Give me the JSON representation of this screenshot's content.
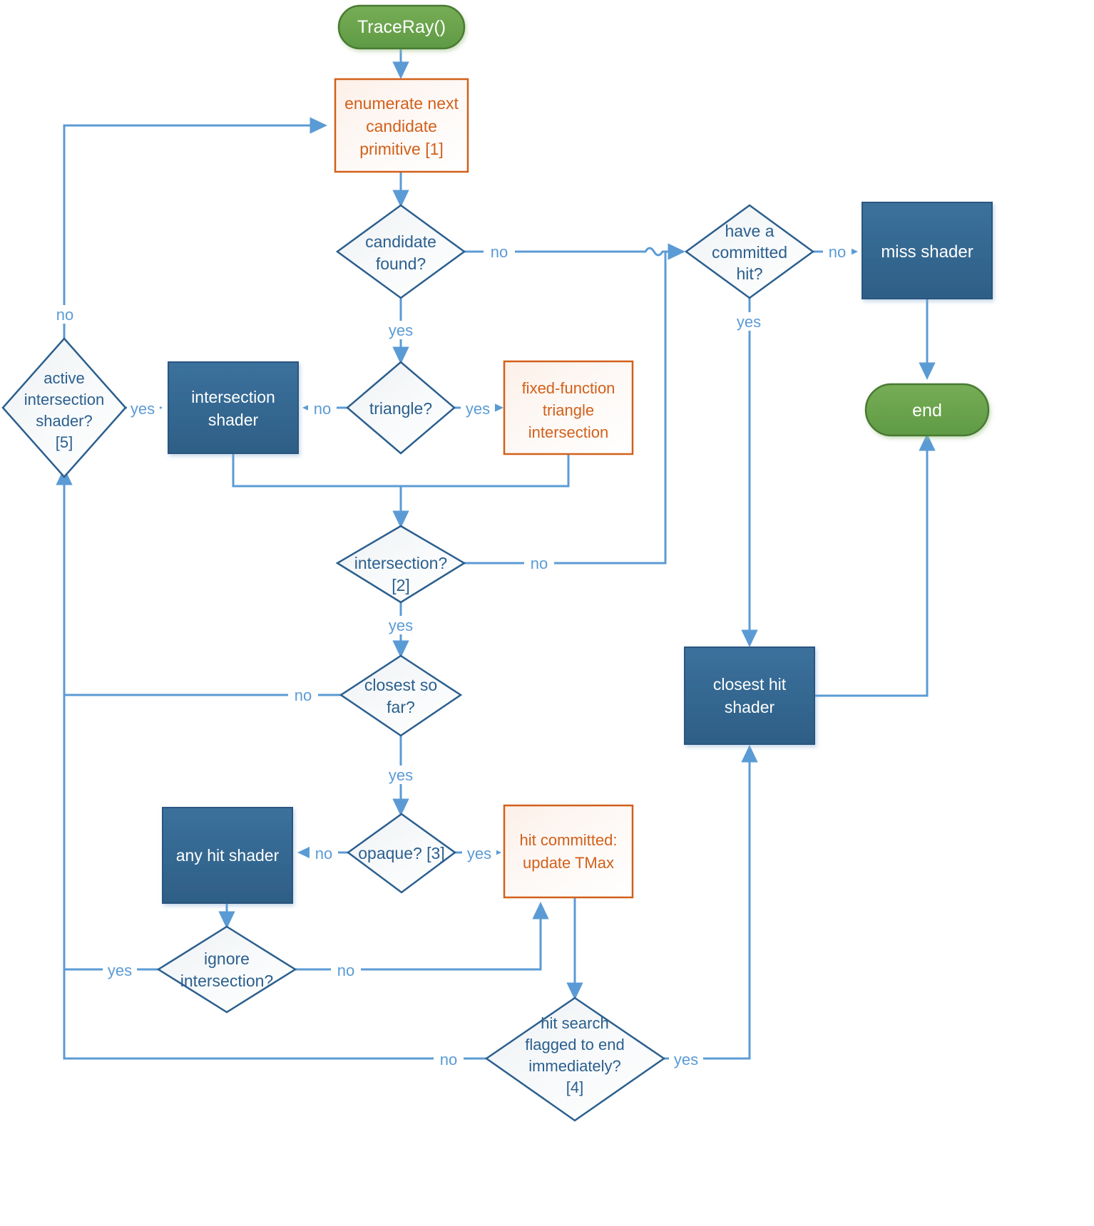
{
  "diagram": {
    "title": "TraceRay() hit-search flowchart",
    "colors": {
      "terminator_fill": "#6aa84f",
      "terminator_stroke": "#4a7a33",
      "process_blue_fill": "#336699",
      "process_blue_stroke": "#2a5580",
      "process_orange_stroke": "#d2601a",
      "process_orange_fill": "#fdf4ef",
      "decision_stroke": "#2b5f8e",
      "decision_fill": "#f4f6f8",
      "connector": "#5b9bd5",
      "label_text": "#5b9bd5",
      "decision_text": "#2b5f8e",
      "orange_text": "#d2601a",
      "white_text": "#ffffff"
    },
    "nodes": [
      {
        "id": "traceray",
        "kind": "terminator",
        "label": "TraceRay()"
      },
      {
        "id": "enumerate",
        "kind": "process-orange",
        "label": "enumerate next candidate primitive [1]"
      },
      {
        "id": "candidate",
        "kind": "decision",
        "label": "candidate found?"
      },
      {
        "id": "committed",
        "kind": "decision",
        "label": "have a committed hit?"
      },
      {
        "id": "miss",
        "kind": "process-blue",
        "label": "miss shader"
      },
      {
        "id": "end",
        "kind": "terminator",
        "label": "end"
      },
      {
        "id": "active",
        "kind": "decision",
        "label": "active intersection shader? [5]"
      },
      {
        "id": "isectshader",
        "kind": "process-blue",
        "label": "intersection shader"
      },
      {
        "id": "triangle",
        "kind": "decision",
        "label": "triangle?"
      },
      {
        "id": "fixedfunc",
        "kind": "process-orange",
        "label": "fixed-function triangle intersection"
      },
      {
        "id": "intersection",
        "kind": "decision",
        "label": "intersection? [2]"
      },
      {
        "id": "closestsofar",
        "kind": "decision",
        "label": "closest so far?"
      },
      {
        "id": "anyhit",
        "kind": "process-blue",
        "label": "any hit shader"
      },
      {
        "id": "opaque",
        "kind": "decision",
        "label": "opaque? [3]"
      },
      {
        "id": "hitcommitted",
        "kind": "process-orange",
        "label": "hit committed: update TMax"
      },
      {
        "id": "ignore",
        "kind": "decision",
        "label": "ignore intersection?"
      },
      {
        "id": "flagged",
        "kind": "decision",
        "label": "hit search flagged to end immediately? [4]"
      },
      {
        "id": "closesthit",
        "kind": "process-blue",
        "label": "closest hit shader"
      }
    ],
    "node_text": {
      "traceray": [
        "TraceRay()"
      ],
      "enumerate": [
        "enumerate next",
        "candidate",
        "primitive [1]"
      ],
      "candidate": [
        "candidate",
        "found?"
      ],
      "committed": [
        "have a",
        "committed",
        "hit?"
      ],
      "miss": [
        "miss shader"
      ],
      "end": [
        "end"
      ],
      "active": [
        "active",
        "intersection",
        "shader?",
        "[5]"
      ],
      "isectshader": [
        "intersection",
        "shader"
      ],
      "triangle": [
        "triangle?"
      ],
      "fixedfunc": [
        "fixed-function",
        "triangle",
        "intersection"
      ],
      "intersection": [
        "intersection?",
        "[2]"
      ],
      "closestsofar": [
        "closest so",
        "far?"
      ],
      "anyhit": [
        "any hit shader"
      ],
      "opaque": [
        "opaque? [3]"
      ],
      "hitcommitted": [
        "hit committed:",
        "update TMax"
      ],
      "ignore": [
        "ignore",
        "intersection?"
      ],
      "flagged": [
        "hit search",
        "flagged to end",
        "immediately?",
        "[4]"
      ],
      "closesthit": [
        "closest hit",
        "shader"
      ]
    },
    "edge_labels": [
      {
        "id": "candidate-no",
        "text": "no"
      },
      {
        "id": "candidate-yes",
        "text": "yes"
      },
      {
        "id": "committed-no",
        "text": "no"
      },
      {
        "id": "committed-yes",
        "text": "yes"
      },
      {
        "id": "active-no",
        "text": "no"
      },
      {
        "id": "active-yes",
        "text": "yes"
      },
      {
        "id": "triangle-no",
        "text": "no"
      },
      {
        "id": "triangle-yes",
        "text": "yes"
      },
      {
        "id": "intersection-no",
        "text": "no"
      },
      {
        "id": "intersection-yes",
        "text": "yes"
      },
      {
        "id": "closestsofar-no",
        "text": "no"
      },
      {
        "id": "closestsofar-yes",
        "text": "yes"
      },
      {
        "id": "opaque-no",
        "text": "no"
      },
      {
        "id": "opaque-yes",
        "text": "yes"
      },
      {
        "id": "ignore-yes",
        "text": "yes"
      },
      {
        "id": "ignore-no",
        "text": "no"
      },
      {
        "id": "flagged-no",
        "text": "no"
      },
      {
        "id": "flagged-yes",
        "text": "yes"
      }
    ]
  }
}
